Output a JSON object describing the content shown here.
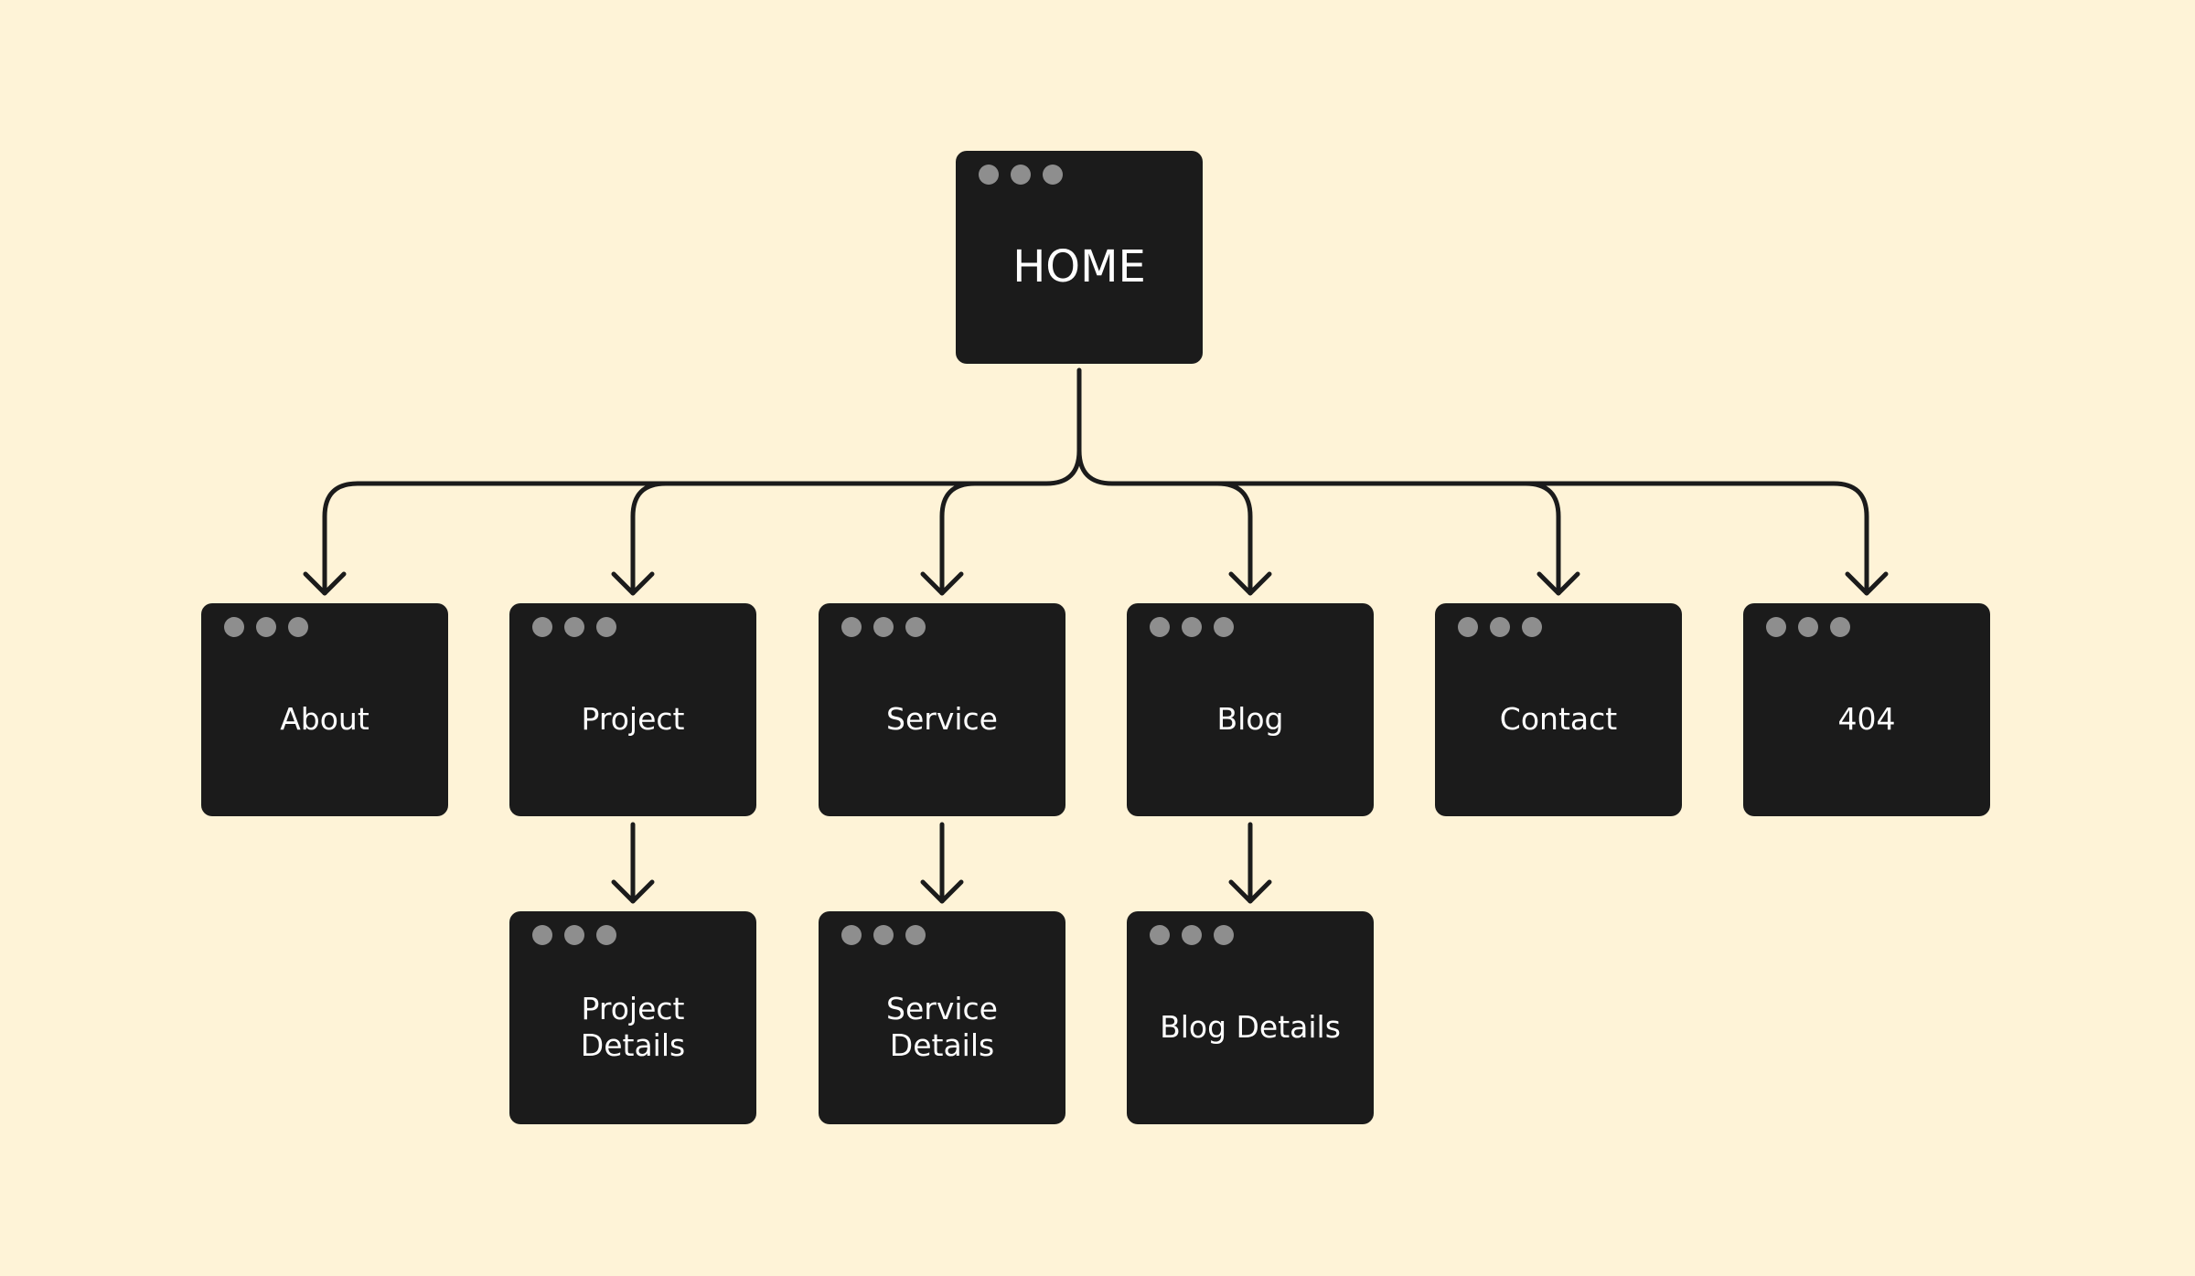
{
  "diagram": {
    "colors": {
      "background": "#FEF3D7",
      "box": "#1B1B1B",
      "dot": "#8E8E8E",
      "text": "#FFFFFF",
      "line": "#1B1B1B"
    },
    "root": {
      "id": "home",
      "label": "HOME"
    },
    "level1": [
      {
        "id": "about",
        "label": "About"
      },
      {
        "id": "project",
        "label": "Project"
      },
      {
        "id": "service",
        "label": "Service"
      },
      {
        "id": "blog",
        "label": "Blog"
      },
      {
        "id": "contact",
        "label": "Contact"
      },
      {
        "id": "404",
        "label": "404"
      }
    ],
    "level2": [
      {
        "id": "project-details",
        "label": "Project\nDetails",
        "parent": "project"
      },
      {
        "id": "service-details",
        "label": "Service\nDetails",
        "parent": "service"
      },
      {
        "id": "blog-details",
        "label": "Blog Details",
        "parent": "blog"
      }
    ]
  }
}
